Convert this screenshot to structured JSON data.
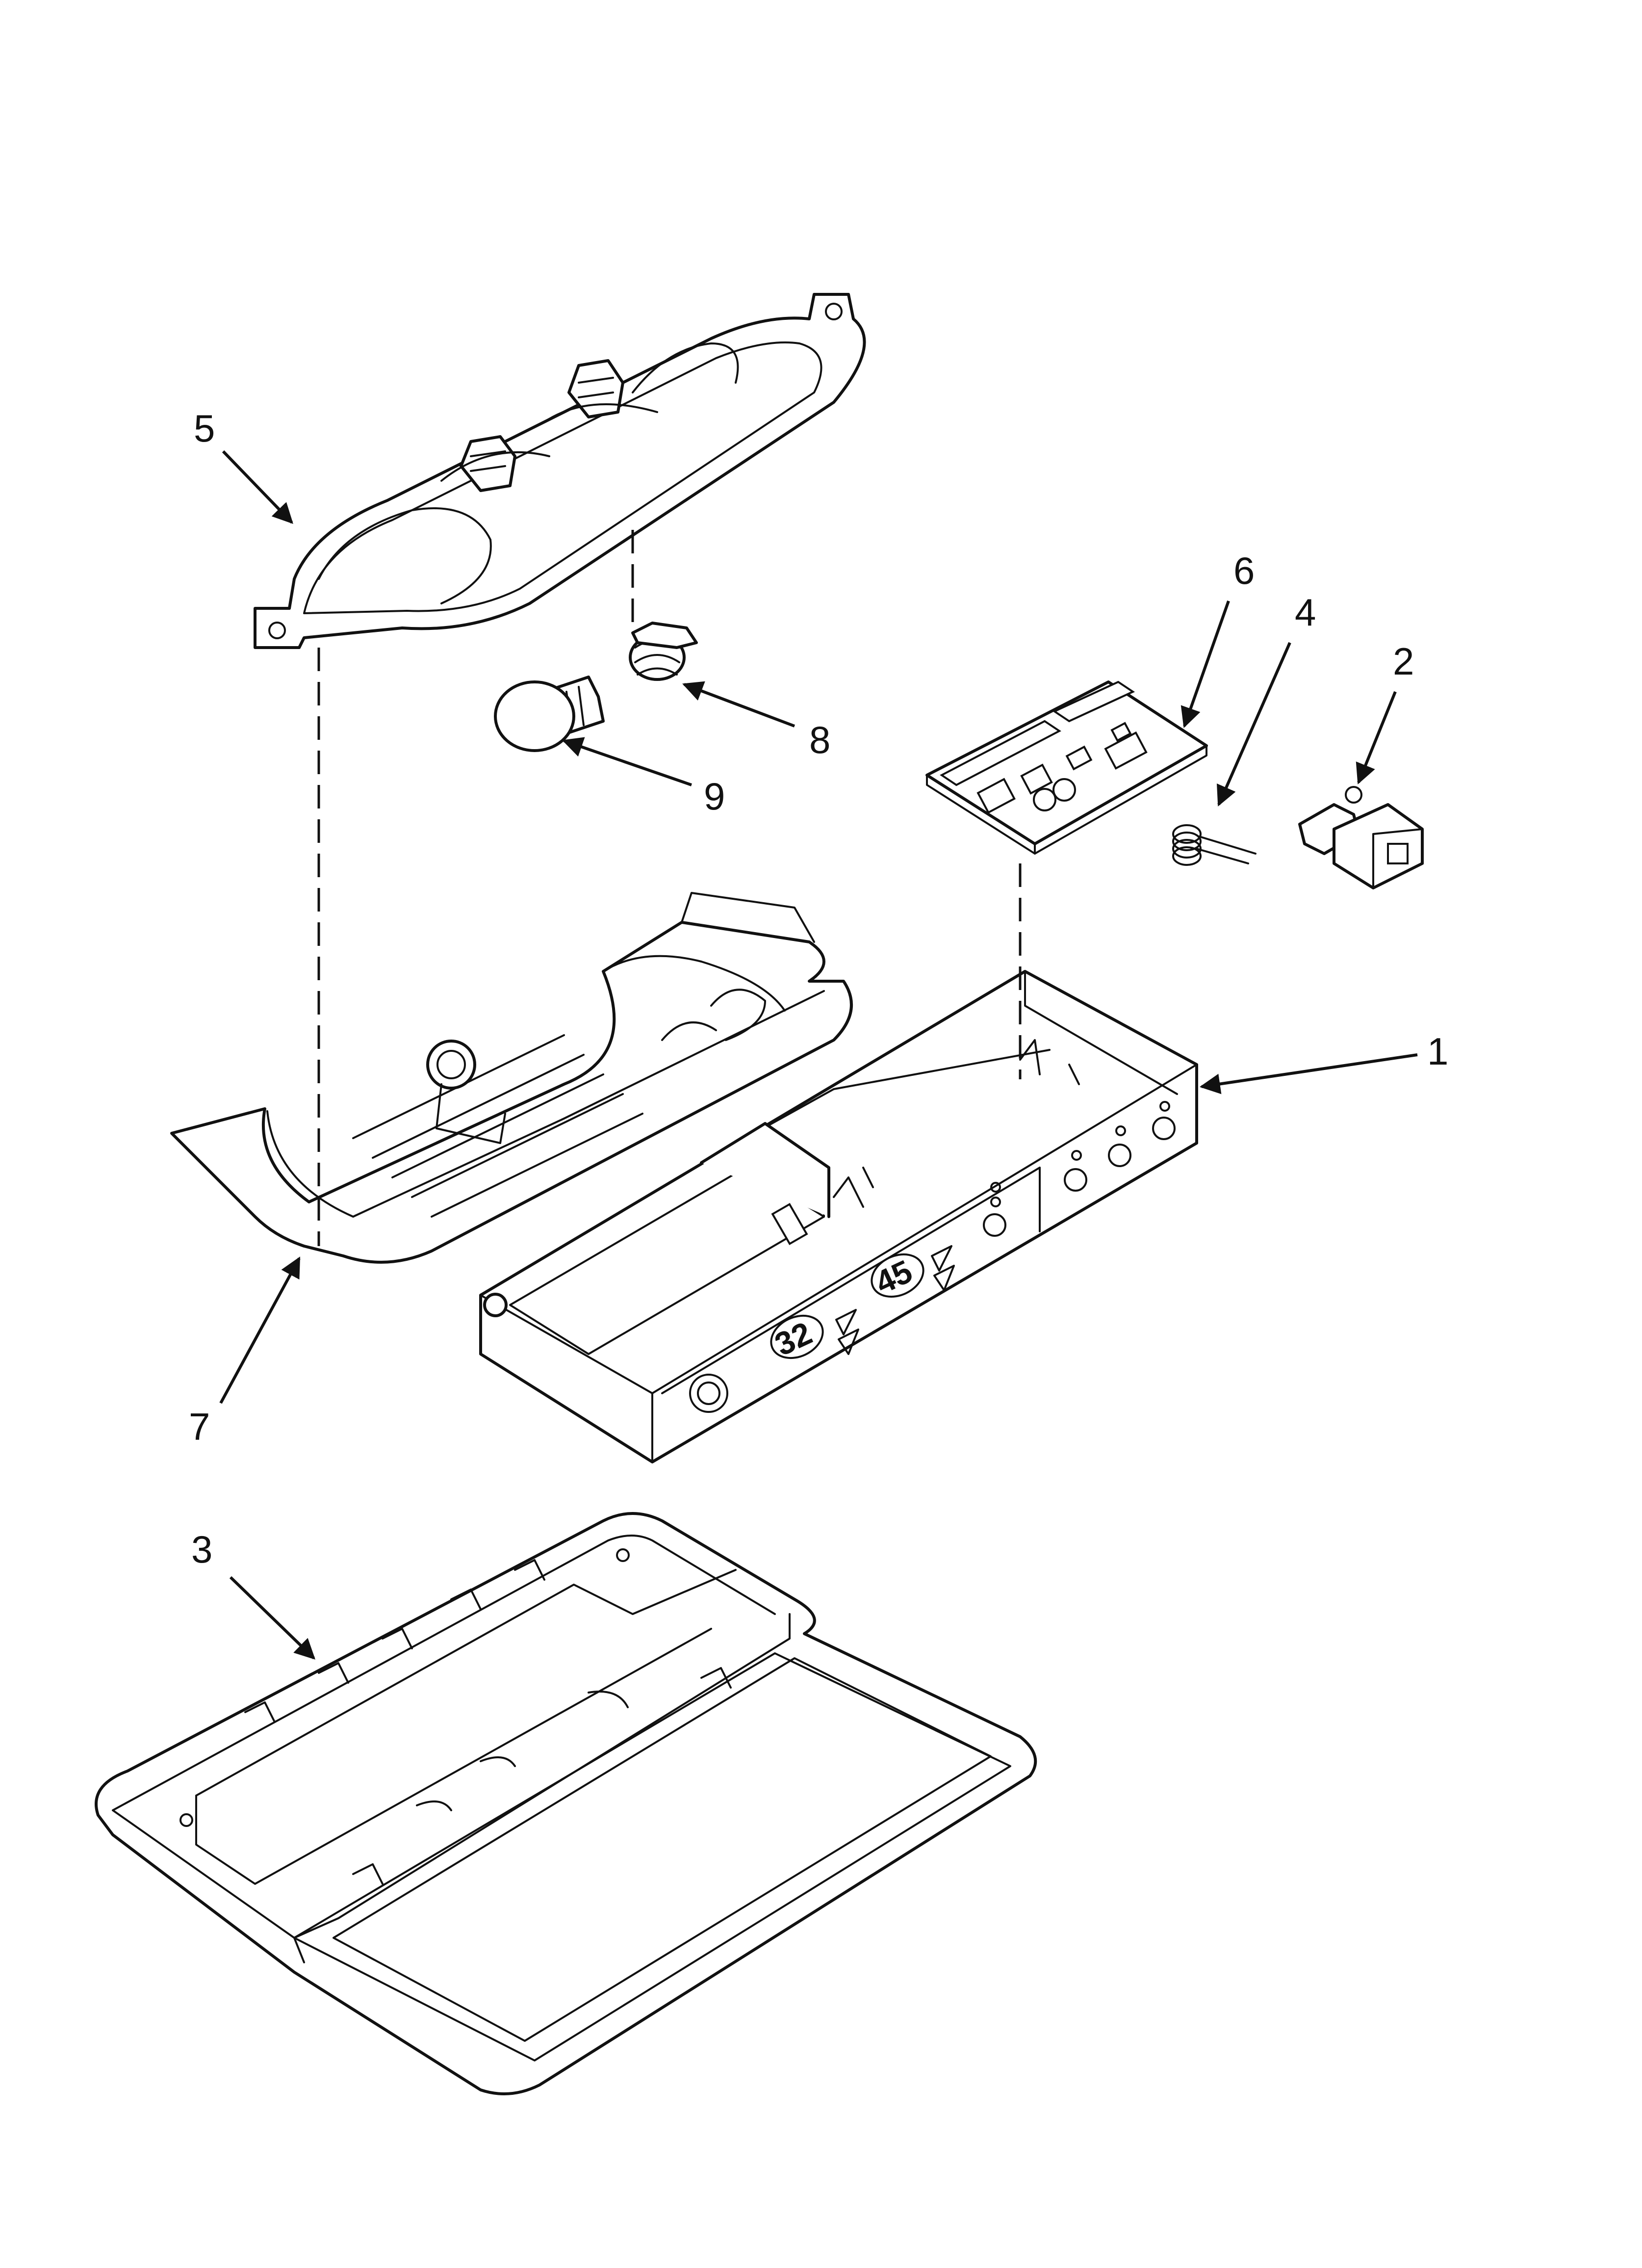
{
  "callouts": {
    "c1": "1",
    "c2": "2",
    "c3": "3",
    "c4": "4",
    "c5": "5",
    "c6": "6",
    "c7": "7",
    "c8": "8",
    "c9": "9"
  },
  "panel_display": {
    "left_value": "32",
    "right_value": "45"
  },
  "colors": {
    "line": "#111111",
    "background": "#ffffff"
  }
}
